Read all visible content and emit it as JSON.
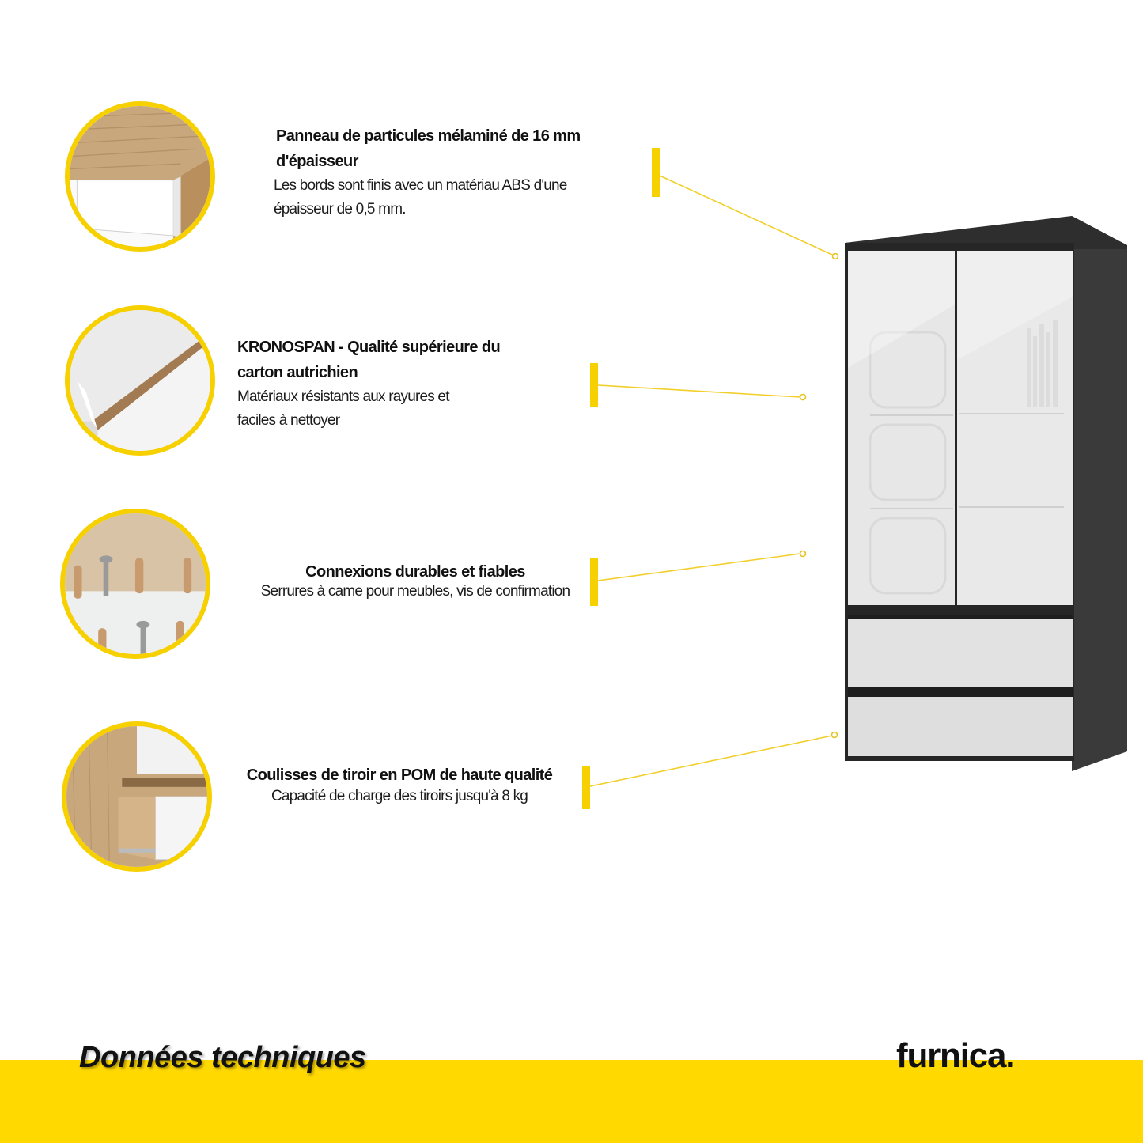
{
  "features": [
    {
      "title_line1": "Panneau de particules mélaminé de 16 mm",
      "title_line2": "d'épaisseur",
      "desc_line1": "Les bords sont finis avec un matériau ABS d'une",
      "desc_line2": "épaisseur de 0,5 mm."
    },
    {
      "title_line1": "KRONOSPAN - Qualité supérieure du",
      "title_line2": "carton autrichien",
      "desc_line1": "Matériaux résistants aux rayures et",
      "desc_line2": "faciles à nettoyer"
    },
    {
      "title_line1": "Connexions durables et fiables",
      "desc_line1": "Serrures à came pour meubles, vis de confirmation"
    },
    {
      "title_line1": "Coulisses de tiroir en POM de haute qualité",
      "desc_line1": "Capacité de charge des tiroirs jusqu'à 8 kg"
    }
  ],
  "footer": {
    "title": "Données techniques",
    "brand": "furnica."
  },
  "colors": {
    "accent": "#f7d000",
    "footer_band": "#ffd900",
    "cabinet_body": "#2b2b2b",
    "cabinet_front": "#e4e4e4"
  }
}
